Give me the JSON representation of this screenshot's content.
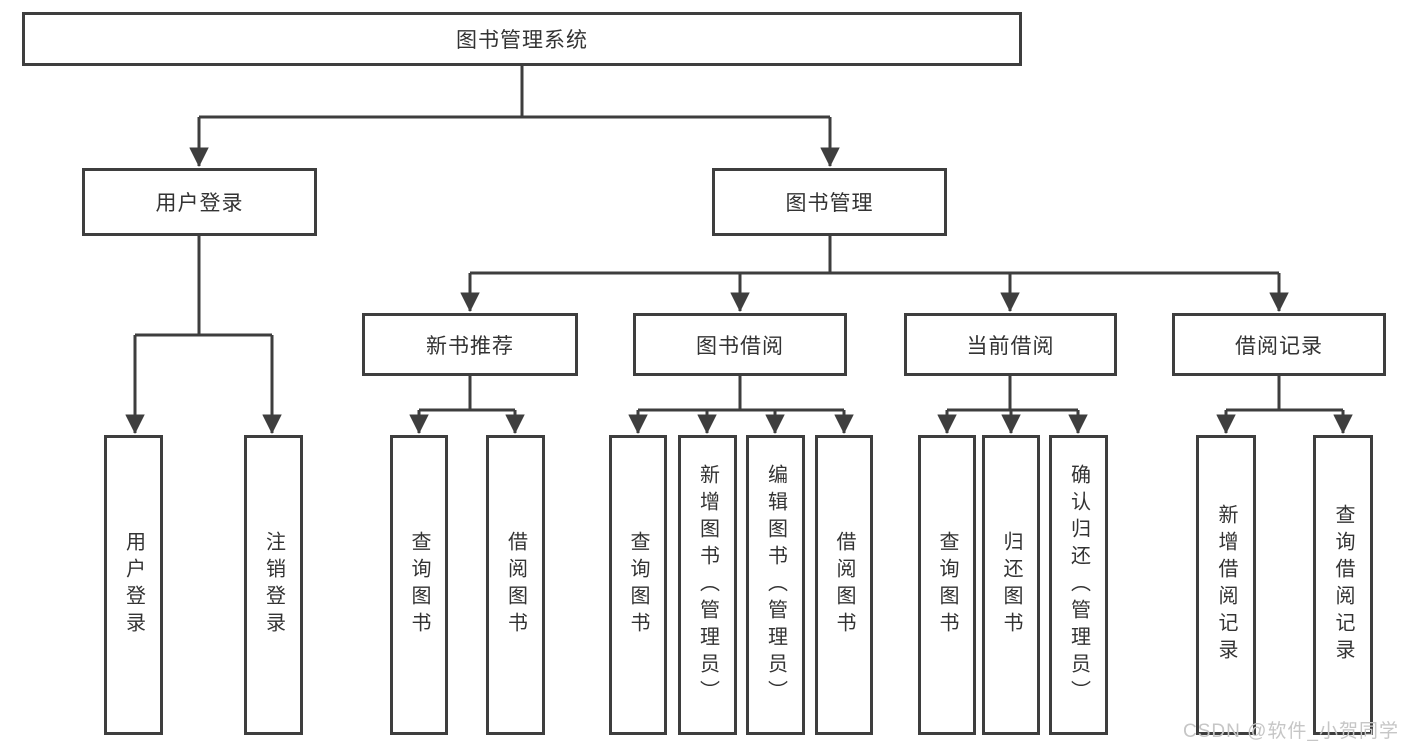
{
  "diagram": {
    "type": "hierarchy-tree",
    "watermark": "CSDN @软件_小贺同学",
    "colors": {
      "line": "#3e3e3e",
      "box_border": "#3e3e3e",
      "text": "#333333",
      "background": "#ffffff",
      "watermark": "#c6c6c6"
    },
    "tree": {
      "label": "图书管理系统",
      "children": [
        {
          "label": "用户登录",
          "children": [
            {
              "label": "用户登录"
            },
            {
              "label": "注销登录"
            }
          ]
        },
        {
          "label": "图书管理",
          "children": [
            {
              "label": "新书推荐",
              "children": [
                {
                  "label": "查询图书"
                },
                {
                  "label": "借阅图书"
                }
              ]
            },
            {
              "label": "图书借阅",
              "children": [
                {
                  "label": "查询图书"
                },
                {
                  "label": "新增图书（管理员）"
                },
                {
                  "label": "编辑图书（管理员）"
                },
                {
                  "label": "借阅图书"
                }
              ]
            },
            {
              "label": "当前借阅",
              "children": [
                {
                  "label": "查询图书"
                },
                {
                  "label": "归还图书"
                },
                {
                  "label": "确认归还（管理员）"
                }
              ]
            },
            {
              "label": "借阅记录",
              "children": [
                {
                  "label": "新增借阅记录"
                },
                {
                  "label": "查询借阅记录"
                }
              ]
            }
          ]
        }
      ]
    }
  }
}
